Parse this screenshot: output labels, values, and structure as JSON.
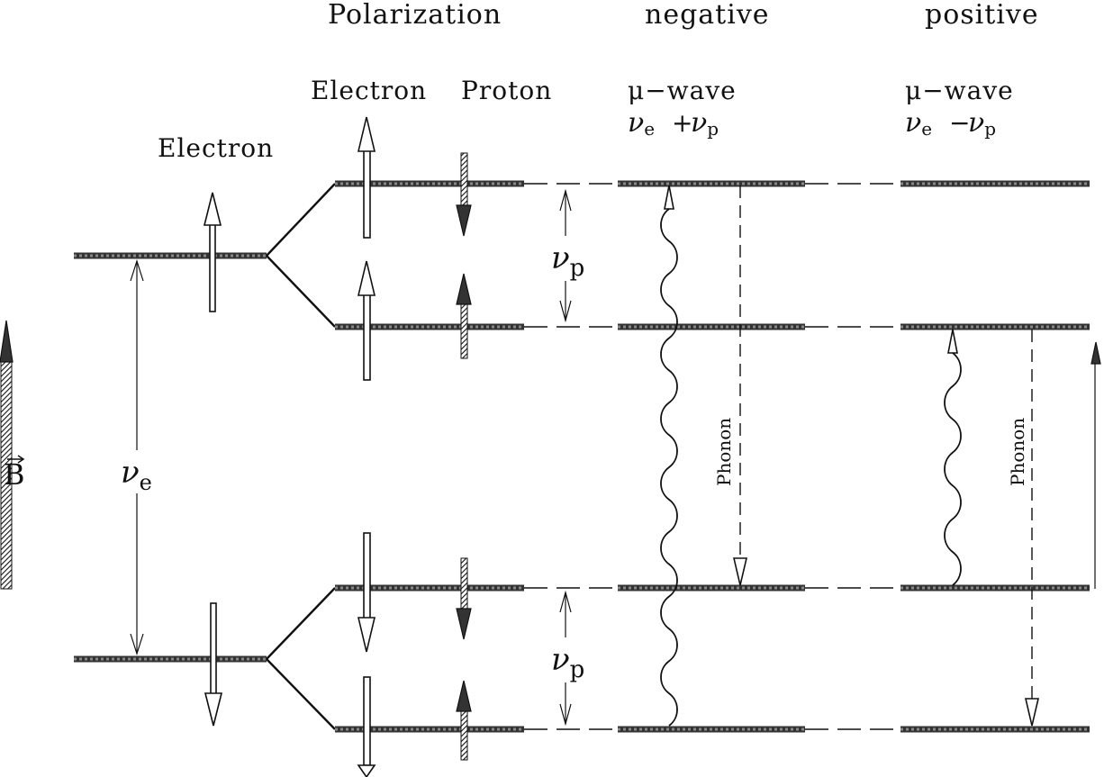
{
  "headers": {
    "polarization": "Polarization",
    "negative": "negative",
    "positive": "positive",
    "electron_col": "Electron",
    "proton_col": "Proton",
    "electron_left": "Electron"
  },
  "negative_wave": {
    "label": "μ−wave",
    "freq_e": "ν",
    "freq_e_sub": "e",
    "op": "+",
    "freq_p": "ν",
    "freq_p_sub": "p"
  },
  "positive_wave": {
    "label": "μ−wave",
    "freq_e": "ν",
    "freq_e_sub": "e",
    "op": "−",
    "freq_p": "ν",
    "freq_p_sub": "p"
  },
  "splittings": {
    "nu_p_top": {
      "sym": "ν",
      "sub": "p"
    },
    "nu_p_bottom": {
      "sym": "ν",
      "sub": "p"
    },
    "nu_e": {
      "sym": "ν",
      "sub": "e"
    }
  },
  "field_label": "B",
  "phonon_negative": "Phonon",
  "phonon_positive": "Phonon",
  "colors": {
    "ink": "#111111",
    "level": "#333333",
    "background": "#ffffff"
  }
}
